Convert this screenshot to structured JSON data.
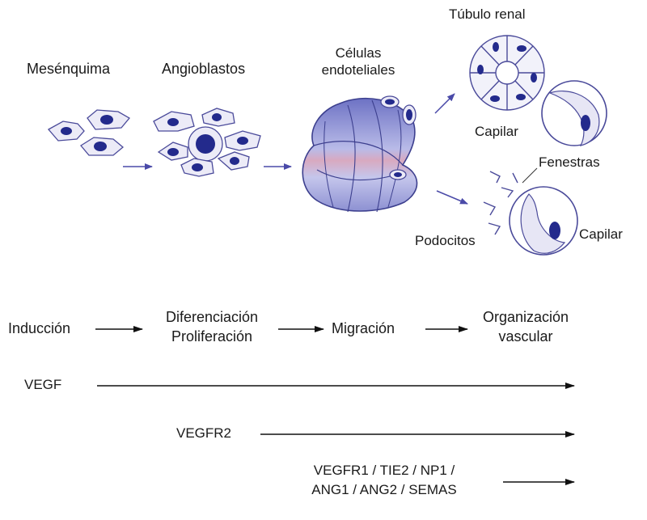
{
  "colors": {
    "cell_outline": "#4a4a9a",
    "nucleus": "#232a8c",
    "cytoplasm": "#ecebf7",
    "aggregate_light": "#c5c6ec",
    "aggregate_dark": "#6d72c4",
    "aggregate_pink": "#d8a9c0",
    "arrow_blue": "#4a4aa8",
    "arrow_black": "#111111"
  },
  "cells": {
    "mesenquima": "Mesénquima",
    "angioblastos": "Angioblastos",
    "celulas_line1": "Células",
    "celulas_line2": "endoteliales",
    "tubulo_renal": "Túbulo renal",
    "capilar_top": "Capilar",
    "fenestras": "Fenestras",
    "podocitos": "Podocitos",
    "capilar_bottom": "Capilar"
  },
  "stages": {
    "induccion": "Inducción",
    "diferenciacion": "Diferenciación",
    "proliferacion": "Proliferación",
    "migracion": "Migración",
    "organizacion": "Organización",
    "vascular": "vascular"
  },
  "factors": {
    "vegf": "VEGF",
    "vegfr2": "VEGFR2",
    "group_line1": "VEGFR1 / TIE2 / NP1 /",
    "group_line2": "ANG1 / ANG2 / SEMAS"
  }
}
